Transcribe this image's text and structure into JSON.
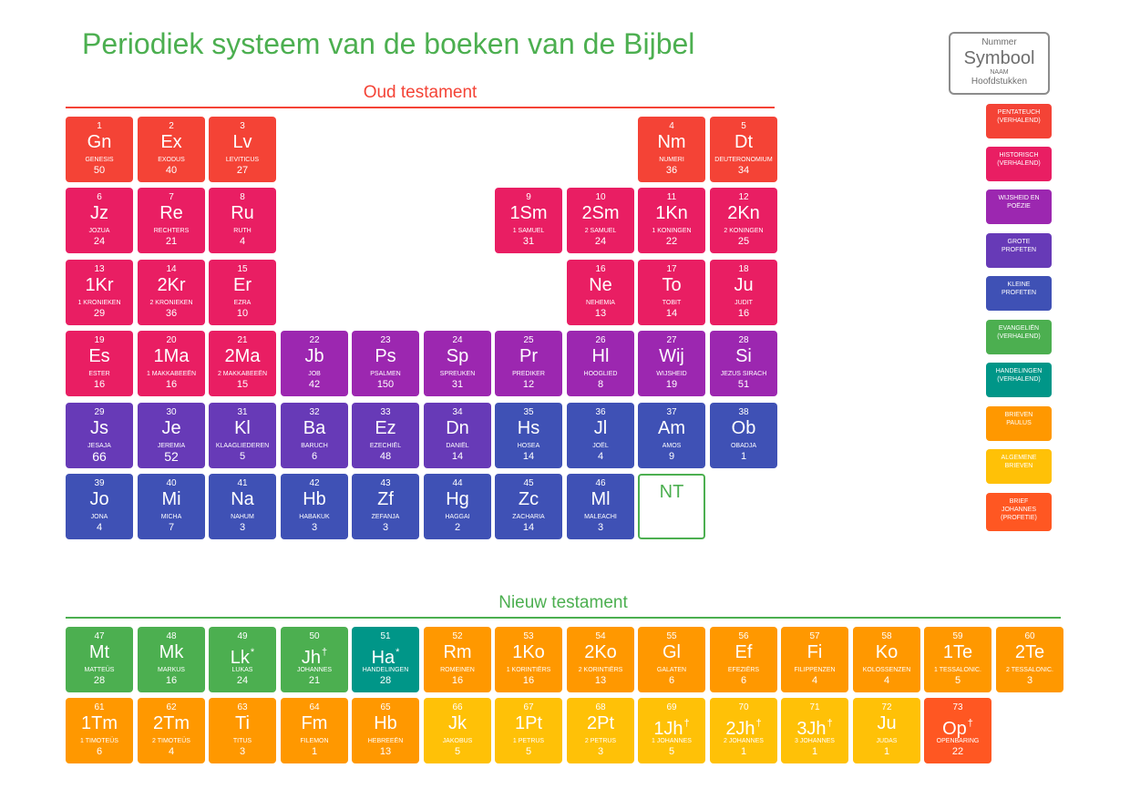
{
  "title": "Periodiek systeem van de boeken van de Bijbel",
  "key": {
    "number": "Nummer",
    "symbol": "Symbool",
    "name": "NAAM",
    "chapters": "Hoofdstukken"
  },
  "colors": {
    "pentateuch": "#f44336",
    "historisch": "#e91e63",
    "wijsheid": "#9c27b0",
    "grote": "#673ab7",
    "kleine": "#3f51b5",
    "evangelien": "#4caf50",
    "handelingen": "#009688",
    "paulus": "#ff9800",
    "algemene": "#ffc107",
    "openbaring": "#ff5722",
    "section_ot": "#f44336",
    "section_nt": "#4caf50"
  },
  "sections": {
    "ot": "Oud testament",
    "nt": "Nieuw testament"
  },
  "nt_tile": "NT",
  "legend": [
    {
      "cat": "pentateuch",
      "lines": [
        "PENTATEUCH",
        "(VERHALEND)"
      ]
    },
    {
      "cat": "historisch",
      "lines": [
        "HISTORISCH",
        "(VERHALEND)"
      ]
    },
    {
      "cat": "wijsheid",
      "lines": [
        "WIJSHEID EN",
        "POËZIE"
      ]
    },
    {
      "cat": "grote",
      "lines": [
        "GROTE",
        "PROFETEN"
      ]
    },
    {
      "cat": "kleine",
      "lines": [
        "KLEINE",
        "PROFETEN"
      ]
    },
    {
      "cat": "evangelien",
      "lines": [
        "EVANGELIËN",
        "(VERHALEND)"
      ]
    },
    {
      "cat": "handelingen",
      "lines": [
        "HANDELINGEN",
        "(VERHALEND)"
      ]
    },
    {
      "cat": "paulus",
      "lines": [
        "BRIEVEN",
        "PAULUS"
      ]
    },
    {
      "cat": "algemene",
      "lines": [
        "ALGEMENE",
        "BRIEVEN"
      ]
    },
    {
      "cat": "openbaring",
      "lines": [
        "BRIEF",
        "JOHANNES",
        "(PROFETIE)"
      ]
    }
  ],
  "ot_books": [
    {
      "num": 1,
      "sym": "Gn",
      "name": "GENESIS",
      "ch": 50,
      "cat": "pentateuch"
    },
    {
      "num": 2,
      "sym": "Ex",
      "name": "EXODUS",
      "ch": 40,
      "cat": "pentateuch"
    },
    {
      "num": 3,
      "sym": "Lv",
      "name": "LEVITICUS",
      "ch": 27,
      "cat": "pentateuch"
    },
    {
      "num": 4,
      "sym": "Nm",
      "name": "NUMERI",
      "ch": 36,
      "cat": "pentateuch"
    },
    {
      "num": 5,
      "sym": "Dt",
      "name": "DEUTERONOMIUM",
      "ch": 34,
      "cat": "pentateuch"
    },
    {
      "num": 6,
      "sym": "Jz",
      "name": "JOZUA",
      "ch": 24,
      "cat": "historisch"
    },
    {
      "num": 7,
      "sym": "Re",
      "name": "RECHTERS",
      "ch": 21,
      "cat": "historisch"
    },
    {
      "num": 8,
      "sym": "Ru",
      "name": "RUTH",
      "ch": 4,
      "cat": "historisch"
    },
    {
      "num": 9,
      "sym": "1Sm",
      "name": "1 SAMUEL",
      "ch": 31,
      "cat": "historisch"
    },
    {
      "num": 10,
      "sym": "2Sm",
      "name": "2 SAMUEL",
      "ch": 24,
      "cat": "historisch"
    },
    {
      "num": 11,
      "sym": "1Kn",
      "name": "1 KONINGEN",
      "ch": 22,
      "cat": "historisch"
    },
    {
      "num": 12,
      "sym": "2Kn",
      "name": "2 KONINGEN",
      "ch": 25,
      "cat": "historisch"
    },
    {
      "num": 13,
      "sym": "1Kr",
      "name": "1 KRONIEKEN",
      "ch": 29,
      "cat": "historisch"
    },
    {
      "num": 14,
      "sym": "2Kr",
      "name": "2 KRONIEKEN",
      "ch": 36,
      "cat": "historisch"
    },
    {
      "num": 15,
      "sym": "Er",
      "name": "EZRA",
      "ch": 10,
      "cat": "historisch"
    },
    {
      "num": 16,
      "sym": "Ne",
      "name": "NEHEMIA",
      "ch": 13,
      "cat": "historisch"
    },
    {
      "num": 17,
      "sym": "To",
      "name": "TOBIT",
      "ch": 14,
      "cat": "historisch"
    },
    {
      "num": 18,
      "sym": "Ju",
      "name": "JUDIT",
      "ch": 16,
      "cat": "historisch"
    },
    {
      "num": 19,
      "sym": "Es",
      "name": "ESTER",
      "ch": 16,
      "cat": "historisch"
    },
    {
      "num": 20,
      "sym": "1Ma",
      "name": "1 MAKKABEEËN",
      "ch": 16,
      "cat": "historisch"
    },
    {
      "num": 21,
      "sym": "2Ma",
      "name": "2 MAKKABEEËN",
      "ch": 15,
      "cat": "historisch"
    },
    {
      "num": 22,
      "sym": "Jb",
      "name": "JOB",
      "ch": 42,
      "cat": "wijsheid"
    },
    {
      "num": 23,
      "sym": "Ps",
      "name": "PSALMEN",
      "ch": 150,
      "cat": "wijsheid"
    },
    {
      "num": 24,
      "sym": "Sp",
      "name": "SPREUKEN",
      "ch": 31,
      "cat": "wijsheid"
    },
    {
      "num": 25,
      "sym": "Pr",
      "name": "PREDIKER",
      "ch": 12,
      "cat": "wijsheid"
    },
    {
      "num": 26,
      "sym": "Hl",
      "name": "HOOGLIED",
      "ch": 8,
      "cat": "wijsheid"
    },
    {
      "num": 27,
      "sym": "Wij",
      "name": "WIJSHEID",
      "ch": 19,
      "cat": "wijsheid"
    },
    {
      "num": 28,
      "sym": "Si",
      "name": "JEZUS SIRACH",
      "ch": 51,
      "cat": "wijsheid"
    },
    {
      "num": 29,
      "sym": "Js",
      "name": "JESAJA",
      "ch": 66,
      "cat": "grote"
    },
    {
      "num": 30,
      "sym": "Je",
      "name": "JEREMIA",
      "ch": 52,
      "cat": "grote"
    },
    {
      "num": 31,
      "sym": "Kl",
      "name": "KLAAGLIEDEREN",
      "ch": 5,
      "cat": "grote"
    },
    {
      "num": 32,
      "sym": "Ba",
      "name": "BARUCH",
      "ch": 6,
      "cat": "grote"
    },
    {
      "num": 33,
      "sym": "Ez",
      "name": "EZECHIËL",
      "ch": 48,
      "cat": "grote"
    },
    {
      "num": 34,
      "sym": "Dn",
      "name": "DANIËL",
      "ch": 14,
      "cat": "grote"
    },
    {
      "num": 35,
      "sym": "Hs",
      "name": "HOSEA",
      "ch": 14,
      "cat": "kleine"
    },
    {
      "num": 36,
      "sym": "Jl",
      "name": "JOËL",
      "ch": 4,
      "cat": "kleine"
    },
    {
      "num": 37,
      "sym": "Am",
      "name": "AMOS",
      "ch": 9,
      "cat": "kleine"
    },
    {
      "num": 38,
      "sym": "Ob",
      "name": "OBADJA",
      "ch": 1,
      "cat": "kleine"
    },
    {
      "num": 39,
      "sym": "Jo",
      "name": "JONA",
      "ch": 4,
      "cat": "kleine"
    },
    {
      "num": 40,
      "sym": "Mi",
      "name": "MICHA",
      "ch": 7,
      "cat": "kleine"
    },
    {
      "num": 41,
      "sym": "Na",
      "name": "NAHUM",
      "ch": 3,
      "cat": "kleine"
    },
    {
      "num": 42,
      "sym": "Hb",
      "name": "HABAKUK",
      "ch": 3,
      "cat": "kleine"
    },
    {
      "num": 43,
      "sym": "Zf",
      "name": "ZEFANJA",
      "ch": 3,
      "cat": "kleine"
    },
    {
      "num": 44,
      "sym": "Hg",
      "name": "HAGGAI",
      "ch": 2,
      "cat": "kleine"
    },
    {
      "num": 45,
      "sym": "Zc",
      "name": "ZACHARIA",
      "ch": 14,
      "cat": "kleine"
    },
    {
      "num": 46,
      "sym": "Ml",
      "name": "MALEACHI",
      "ch": 3,
      "cat": "kleine"
    }
  ],
  "nt_books": [
    {
      "num": 47,
      "sym": "Mt",
      "name": "MATTEÜS",
      "ch": 28,
      "cat": "evangelien"
    },
    {
      "num": 48,
      "sym": "Mk",
      "name": "MARKUS",
      "ch": 16,
      "cat": "evangelien"
    },
    {
      "num": 49,
      "sym": "Lk",
      "mark": "*",
      "name": "LUKAS",
      "ch": 24,
      "cat": "evangelien"
    },
    {
      "num": 50,
      "sym": "Jh",
      "mark": "†",
      "name": "JOHANNES",
      "ch": 21,
      "cat": "evangelien"
    },
    {
      "num": 51,
      "sym": "Ha",
      "mark": "*",
      "name": "HANDELINGEN",
      "ch": 28,
      "cat": "handelingen"
    },
    {
      "num": 52,
      "sym": "Rm",
      "name": "ROMEINEN",
      "ch": 16,
      "cat": "paulus"
    },
    {
      "num": 53,
      "sym": "1Ko",
      "name": "1 KORINTIËRS",
      "ch": 16,
      "cat": "paulus"
    },
    {
      "num": 54,
      "sym": "2Ko",
      "name": "2 KORINTIËRS",
      "ch": 13,
      "cat": "paulus"
    },
    {
      "num": 55,
      "sym": "Gl",
      "name": "GALATEN",
      "ch": 6,
      "cat": "paulus"
    },
    {
      "num": 56,
      "sym": "Ef",
      "name": "EFEZIËRS",
      "ch": 6,
      "cat": "paulus"
    },
    {
      "num": 57,
      "sym": "Fi",
      "name": "FILIPPENZEN",
      "ch": 4,
      "cat": "paulus"
    },
    {
      "num": 58,
      "sym": "Ko",
      "name": "KOLOSSENZEN",
      "ch": 4,
      "cat": "paulus"
    },
    {
      "num": 59,
      "sym": "1Te",
      "name": "1 TESSALONIC.",
      "ch": 5,
      "cat": "paulus"
    },
    {
      "num": 60,
      "sym": "2Te",
      "name": "2 TESSALONIC.",
      "ch": 3,
      "cat": "paulus"
    },
    {
      "num": 61,
      "sym": "1Tm",
      "name": "1 TIMOTEÜS",
      "ch": 6,
      "cat": "paulus"
    },
    {
      "num": 62,
      "sym": "2Tm",
      "name": "2 TIMOTEÜS",
      "ch": 4,
      "cat": "paulus"
    },
    {
      "num": 63,
      "sym": "Ti",
      "name": "TITUS",
      "ch": 3,
      "cat": "paulus"
    },
    {
      "num": 64,
      "sym": "Fm",
      "name": "FILEMON",
      "ch": 1,
      "cat": "paulus"
    },
    {
      "num": 65,
      "sym": "Hb",
      "name": "HEBREEËN",
      "ch": 13,
      "cat": "paulus"
    },
    {
      "num": 66,
      "sym": "Jk",
      "name": "JAKOBUS",
      "ch": 5,
      "cat": "algemene"
    },
    {
      "num": 67,
      "sym": "1Pt",
      "name": "1 PETRUS",
      "ch": 5,
      "cat": "algemene"
    },
    {
      "num": 68,
      "sym": "2Pt",
      "name": "2 PETRUS",
      "ch": 3,
      "cat": "algemene"
    },
    {
      "num": 69,
      "sym": "1Jh",
      "mark": "†",
      "name": "1 JOHANNES",
      "ch": 5,
      "cat": "algemene"
    },
    {
      "num": 70,
      "sym": "2Jh",
      "mark": "†",
      "name": "2 JOHANNES",
      "ch": 1,
      "cat": "algemene"
    },
    {
      "num": 71,
      "sym": "3Jh",
      "mark": "†",
      "name": "3 JOHANNES",
      "ch": 1,
      "cat": "algemene"
    },
    {
      "num": 72,
      "sym": "Ju",
      "name": "JUDAS",
      "ch": 1,
      "cat": "algemene"
    },
    {
      "num": 73,
      "sym": "Op",
      "mark": "†",
      "name": "OPENBARING",
      "ch": 22,
      "cat": "openbaring"
    }
  ]
}
